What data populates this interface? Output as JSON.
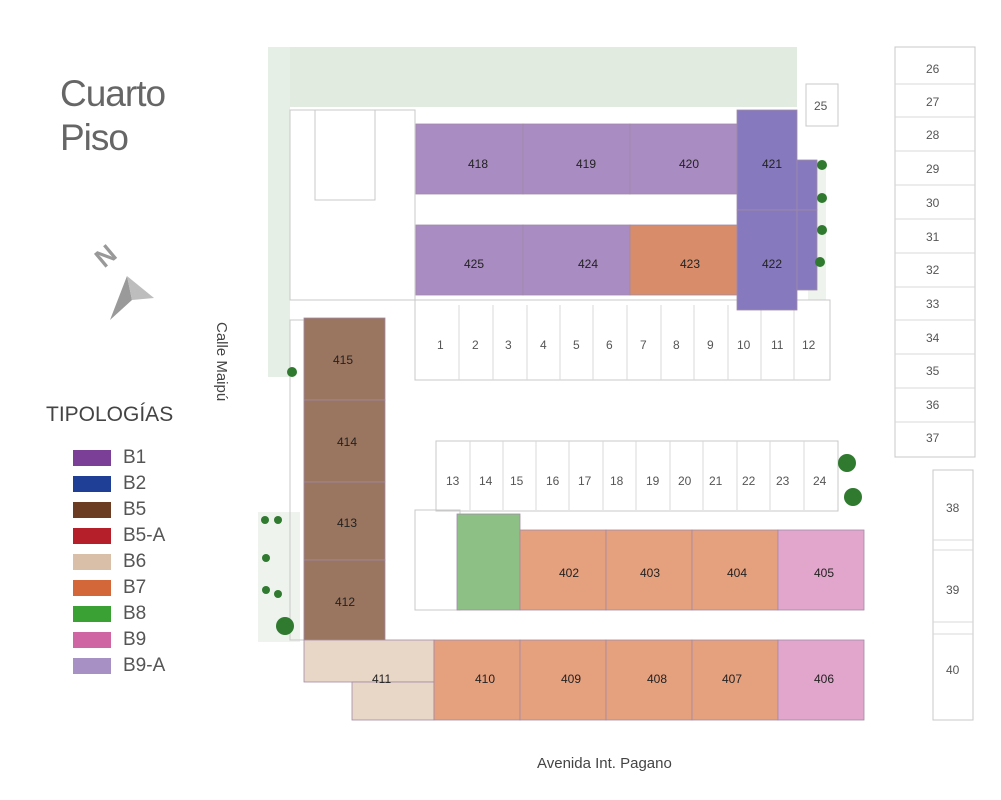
{
  "title": [
    "Cuarto",
    "Piso"
  ],
  "legend": {
    "title": "TIPOLOGÍAS",
    "items": [
      {
        "label": "B1",
        "color": "#7b3f98"
      },
      {
        "label": "B2",
        "color": "#1f3f97"
      },
      {
        "label": "B5",
        "color": "#6b3b22"
      },
      {
        "label": "B5-A",
        "color": "#b51f2a"
      },
      {
        "label": "B6",
        "color": "#d9bfa8"
      },
      {
        "label": "B7",
        "color": "#d4673a"
      },
      {
        "label": "B8",
        "color": "#3aa134"
      },
      {
        "label": "B9",
        "color": "#d065a3"
      },
      {
        "label": "B9-A",
        "color": "#a790c3"
      }
    ]
  },
  "streets": {
    "south": "Avenida Int. Pagano",
    "west": "Calle Maipú"
  },
  "compass": {
    "letter": "N"
  },
  "units": [
    "418",
    "419",
    "420",
    "421",
    "425",
    "424",
    "423",
    "422",
    "415",
    "414",
    "413",
    "412",
    "402",
    "403",
    "404",
    "405",
    "411",
    "410",
    "409",
    "408",
    "407",
    "406"
  ],
  "parking": [
    "1",
    "2",
    "3",
    "4",
    "5",
    "6",
    "7",
    "8",
    "9",
    "10",
    "11",
    "12",
    "13",
    "14",
    "15",
    "16",
    "17",
    "18",
    "19",
    "20",
    "21",
    "22",
    "23",
    "24",
    "25",
    "26",
    "27",
    "28",
    "29",
    "30",
    "31",
    "32",
    "33",
    "34",
    "35",
    "36",
    "37",
    "38",
    "39",
    "40"
  ]
}
